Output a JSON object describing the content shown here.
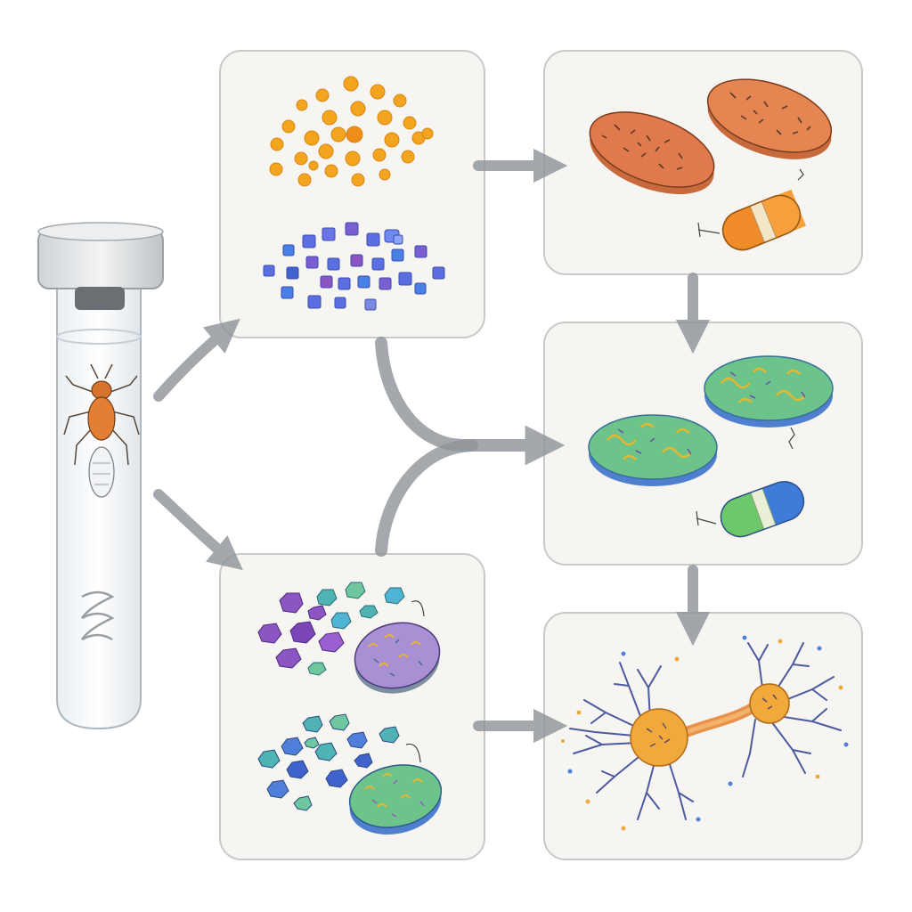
{
  "diagram": {
    "colors": {
      "background": "#ffffff",
      "panel_fill": "#f6f5f2",
      "panel_stroke": "#c9c9c9",
      "arrow": "#8e9398",
      "orange_particles": "#f3a51f",
      "blue_squares": "#5b6fe0",
      "purple_squares": "#8d55c4",
      "teal_hexagons": "#4fb3b4",
      "orange_disc": "#e07a4c",
      "green_disc": "#6cc48b",
      "blue_rim": "#5a7fd0",
      "purple_disc": "#a98fd4",
      "capsule_orange": "#f08b2a",
      "capsule_blue": "#3f7bd8",
      "capsule_green": "#6cc86a",
      "neuron_body": "#f2a93b",
      "neuron_dendrite": "#4c5a9e"
    },
    "elements": {
      "test_tube": "test-tube-with-insect",
      "panel_particles": "orange-particles-and-blue-squares",
      "panel_orange_discs": "orange-discs-and-capsule",
      "panel_green_discs": "green-discs-and-capsule",
      "panel_mixed": "purple-and-teal-particles-with-discs",
      "panel_neuron": "neuron"
    }
  }
}
